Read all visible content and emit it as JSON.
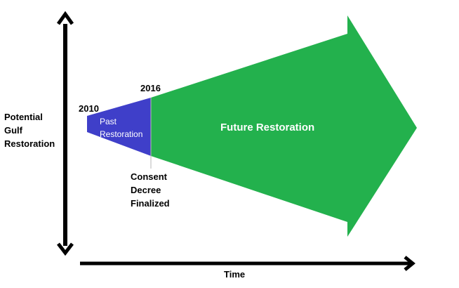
{
  "axes": {
    "y_label": "Potential\nGulf\nRestoration",
    "x_label": "Time"
  },
  "timeline": {
    "start_year": "2010",
    "milestone_year": "2016",
    "past_label": "Past\nRestoration",
    "future_label": "Future Restoration",
    "milestone_note": "Consent\nDecree\nFinalized"
  },
  "colors": {
    "past": "#3f3fc9",
    "future": "#23b14d",
    "axis": "#000000",
    "divider": "#b7b7b7"
  }
}
